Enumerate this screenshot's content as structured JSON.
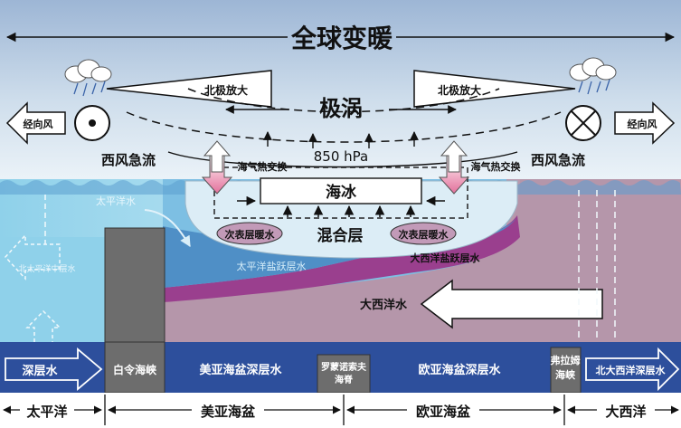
{
  "title": "全球变暖",
  "atmosphere": {
    "polar_amplification_left": "北极放大",
    "polar_amplification_right": "北极放大",
    "polar_vortex": "极涡",
    "meridional_wind_left": "经向风",
    "meridional_wind_right": "经向风",
    "westerly_jet_left": "西风急流",
    "westerly_jet_right": "西风急流",
    "pressure_level": "850 hPa",
    "air_sea_heat_exchange_left": "海气热交换",
    "air_sea_heat_exchange_right": "海气热交换"
  },
  "ocean": {
    "sea_ice": "海冰",
    "mixed_layer": "混合层",
    "subsurface_warm_water_left": "次表层暖水",
    "subsurface_warm_water_right": "次表层暖水",
    "pacific_water": "太平洋水",
    "pacific_halocline_water": "太平洋盐跃层水",
    "atlantic_halocline_water": "大西洋盐跃层水",
    "atlantic_water": "大西洋水",
    "pacific_intermediate_water": "北太平洋中层水"
  },
  "bottom": {
    "deep_water": "深层水",
    "bering_strait": "白令海峡",
    "amerasian_deep_water": "美亚海盆深层水",
    "lomonosov_ridge": [
      "罗蒙诺索夫",
      "海脊"
    ],
    "eurasian_deep_water": "欧亚海盆深层水",
    "fram_strait": [
      "弗拉姆",
      "海峡"
    ],
    "north_atlantic_deep_water": "北大西洋深层水"
  },
  "regions": {
    "pacific": "太平洋",
    "amerasian_basin": "美亚海盆",
    "eurasian_basin": "欧亚海盆",
    "atlantic": "大西洋"
  },
  "colors": {
    "sky_top": "#9fb8d6",
    "sky_bottom": "#e8f1f7",
    "pacific_light": "#8fd3ea",
    "pacific_mid": "#5aa9d6",
    "atlantic_mauve": "#b596aa",
    "atlantic_halocline": "#9a3f8e",
    "deep_blue": "#2d4f9c",
    "ridge_gray": "#6d6d6d",
    "mixed_layer": "#dff0f8",
    "warm_arrow": "#e77fa5"
  }
}
